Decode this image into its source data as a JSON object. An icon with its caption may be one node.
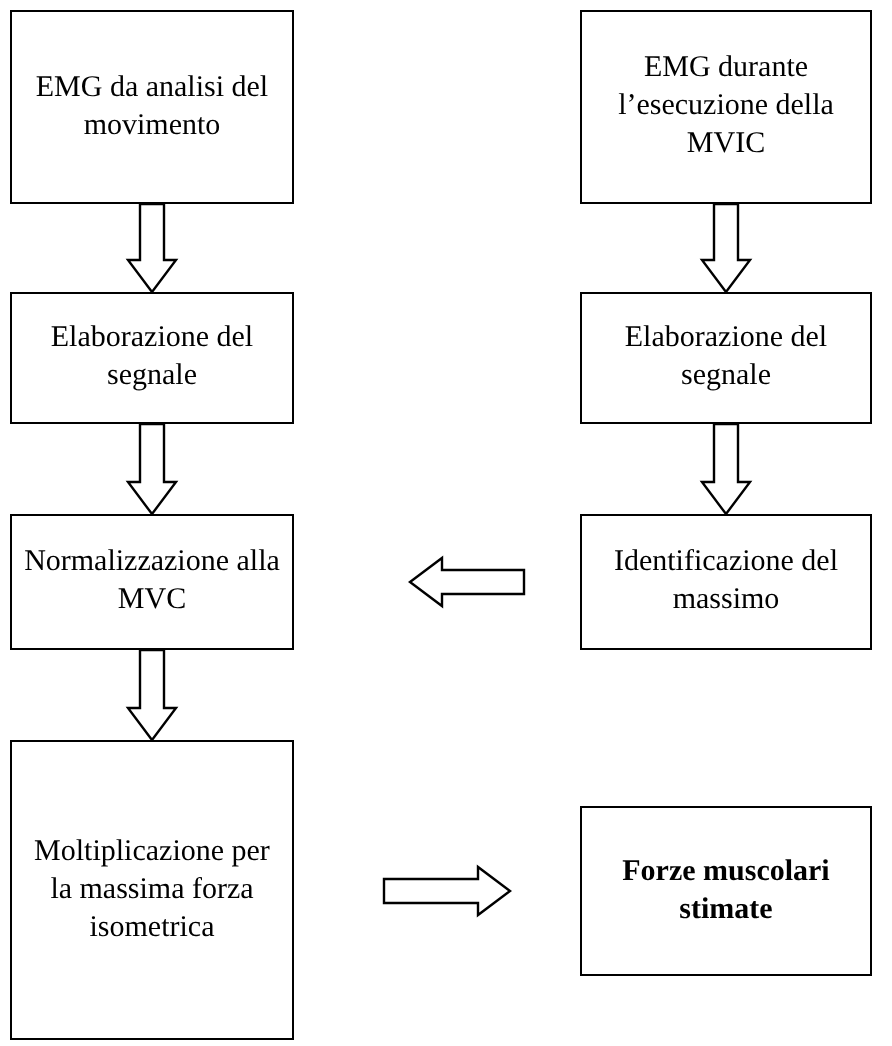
{
  "diagram": {
    "nodes": [
      {
        "text": [
          "EMG da analisi del movimento"
        ]
      },
      {
        "text": [
          "EMG durante l’esecuzione della MVIC"
        ]
      },
      {
        "text": [
          "Elaborazione del segnale"
        ]
      },
      {
        "text": [
          "Elaborazione del segnale"
        ]
      },
      {
        "text": [
          "Normalizzazione alla MVC"
        ]
      },
      {
        "text": [
          "Identificazione del massimo"
        ]
      },
      {
        "text": [
          "Moltiplicazione per la massima forza isometrica"
        ]
      },
      {
        "text": [
          "Forze muscolari stimate"
        ]
      }
    ],
    "edges": [
      {
        "from": 0,
        "to": 2,
        "arrow": "to"
      },
      {
        "from": 1,
        "to": 3,
        "arrow": "to"
      },
      {
        "from": 2,
        "to": 4,
        "arrow": "to"
      },
      {
        "from": 3,
        "to": 5,
        "arrow": "to"
      },
      {
        "from": 5,
        "to": 4,
        "arrow": "to"
      },
      {
        "from": 4,
        "to": 6,
        "arrow": "to"
      },
      {
        "from": 6,
        "to": 7,
        "arrow": "to"
      }
    ]
  }
}
